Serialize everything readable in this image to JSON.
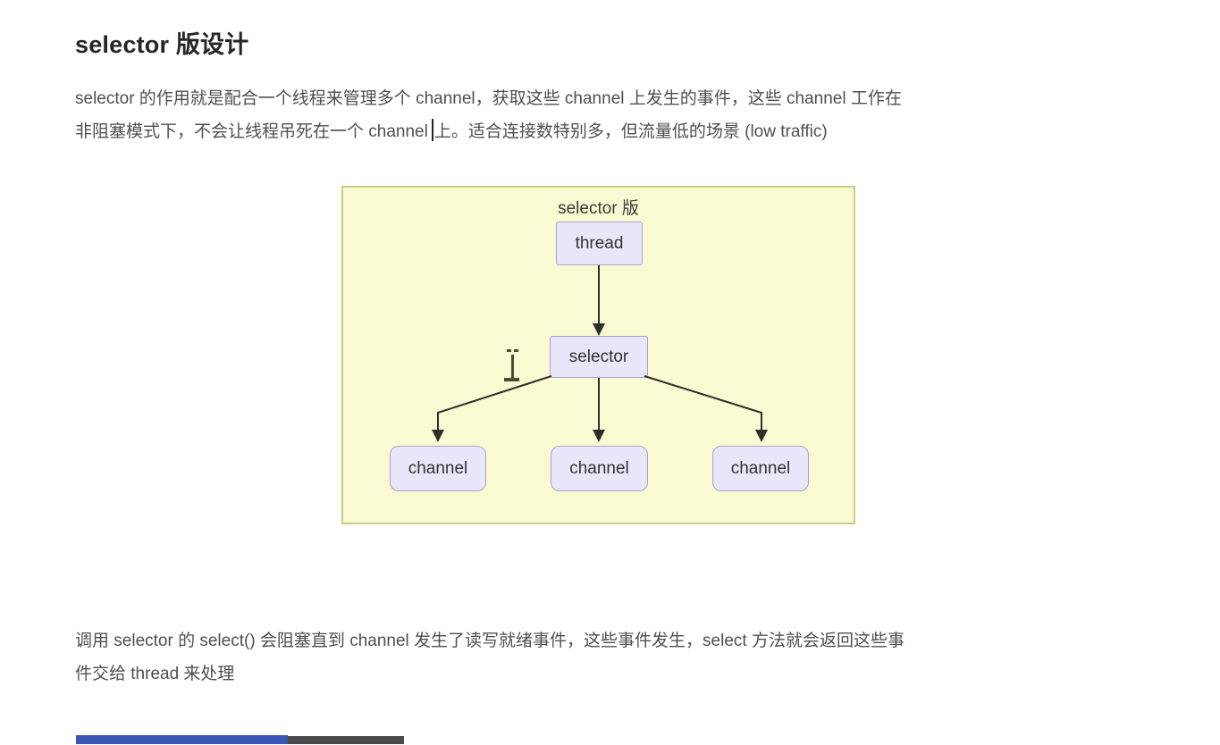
{
  "page": {
    "heading": "selector 版设计",
    "paragraph1": {
      "line1": "selector 的作用就是配合一个线程来管理多个 channel，获取这些 channel 上发生的事件，这些 channel 工作在",
      "line2_before_caret": "非阻塞模式下，不会让线程吊死在一个 channel",
      "line2_after_caret": "上。适合连接数特别多，但流量低的场景 (low traffic)"
    },
    "paragraph2": {
      "line1": "调用 selector 的 select() 会阻塞直到 channel 发生了读写就绪事件，这些事件发生，select 方法就会返回这些事",
      "line2": "件交给 thread 来处理"
    }
  },
  "diagram": {
    "title": "selector 版",
    "nodes": {
      "thread": "thread",
      "selector": "selector",
      "channel1": "channel",
      "channel2": "channel",
      "channel3": "channel"
    },
    "edges": [
      "thread -> selector",
      "selector -> channel1",
      "selector -> channel2",
      "selector -> channel3"
    ]
  },
  "colors": {
    "panel_bg": "#fafad2",
    "panel_border": "#c9cc7e",
    "node_bg": "#e9e6f9",
    "node_border": "#ab9ed2",
    "arrow": "#2e2e2e",
    "text_heading": "#262626",
    "text_body": "#4f4f4f",
    "progress_played": "#3a55b5",
    "progress_buffered": "#4a4a4c"
  }
}
